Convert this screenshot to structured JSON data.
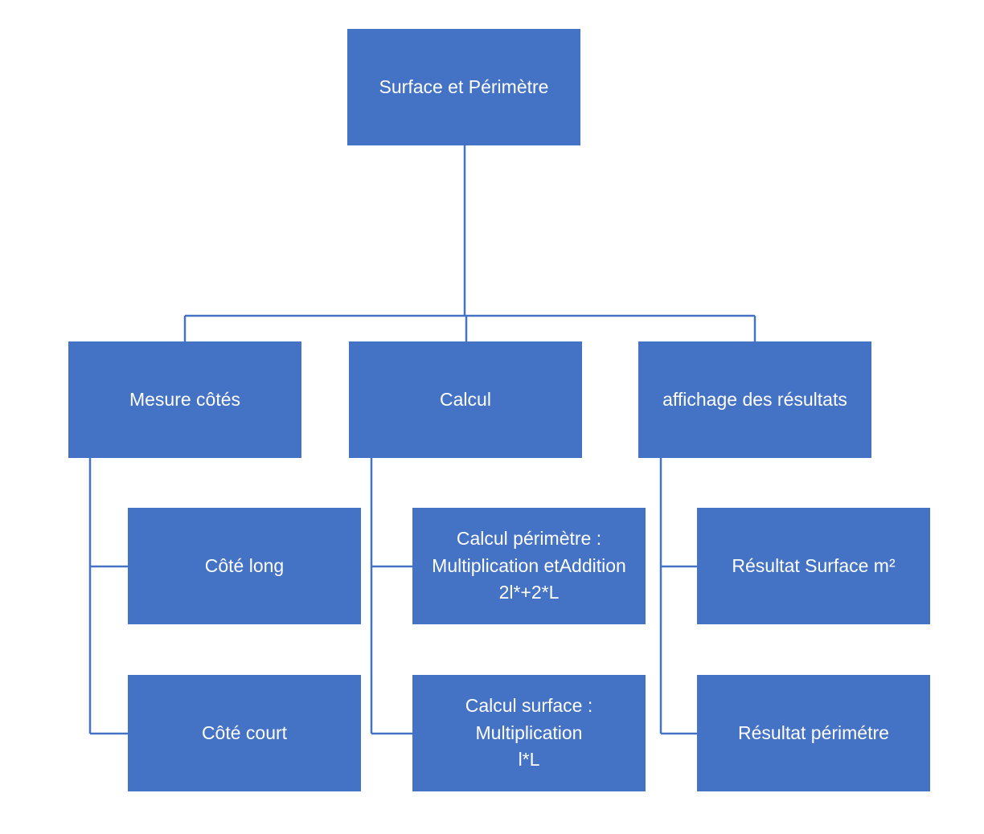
{
  "diagram": {
    "root": {
      "label": "Surface et Périmètre"
    },
    "branches": [
      {
        "label": "Mesure côtés",
        "children": [
          {
            "lines": [
              "Côté long"
            ]
          },
          {
            "lines": [
              "Côté court"
            ]
          }
        ]
      },
      {
        "label": "Calcul",
        "children": [
          {
            "lines": [
              "Calcul périmètre :",
              "Multiplication etAddition",
              "2l*+2*L"
            ]
          },
          {
            "lines": [
              "Calcul surface :",
              "Multiplication",
              "l*L"
            ]
          }
        ]
      },
      {
        "label": "affichage des résultats",
        "children": [
          {
            "lines": [
              "Résultat Surface m²"
            ]
          },
          {
            "lines": [
              "Résultat périmétre"
            ]
          }
        ]
      }
    ],
    "colors": {
      "box_fill": "#4472c4",
      "box_text": "#ffffff",
      "connector": "#4472c4",
      "background": "#ffffff"
    }
  }
}
